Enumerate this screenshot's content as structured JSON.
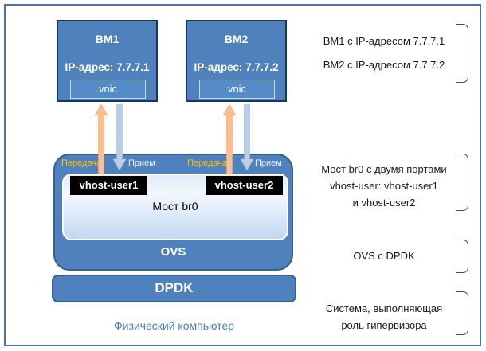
{
  "diagram": {
    "vm1": {
      "title": "ВМ1",
      "ip": "IP-адрес: 7.7.7.1",
      "nic": "vnic"
    },
    "vm2": {
      "title": "ВМ2",
      "ip": "IP-адрес: 7.7.7.2",
      "nic": "vnic"
    },
    "flows": {
      "transmit": "Передача",
      "receive": "Прием"
    },
    "ports": {
      "port1": "vhost-user1",
      "port2": "vhost-user2"
    },
    "bridge_label": "Мост br0",
    "ovs_label": "OVS",
    "dpdk_label": "DPDK",
    "host_label": "Физический компьютер"
  },
  "annotations": [
    {
      "lines": [
        "ВМ1 с IP-адресом 7.7.7.1",
        "ВМ2 с IP-адресом 7.7.7.2"
      ]
    },
    {
      "lines": [
        "Мост br0 с двумя портами",
        "vhost-user: vhost-user1",
        "и vhost-user2"
      ]
    },
    {
      "lines": [
        "OVS с DPDK"
      ]
    },
    {
      "lines": [
        "Система, выполняющая",
        "роль гипервизора"
      ]
    }
  ],
  "colors": {
    "box_fill": "#4F81BD",
    "vm_border": "#17375E",
    "frame_border": "#4674B4",
    "transmit_label": "#FFC000",
    "receive_label": "#EDF2F9",
    "transmit_arrow": "#FBBE8E",
    "receive_arrow": "#BACFE6",
    "host_label_text": "#4A7EBB"
  }
}
